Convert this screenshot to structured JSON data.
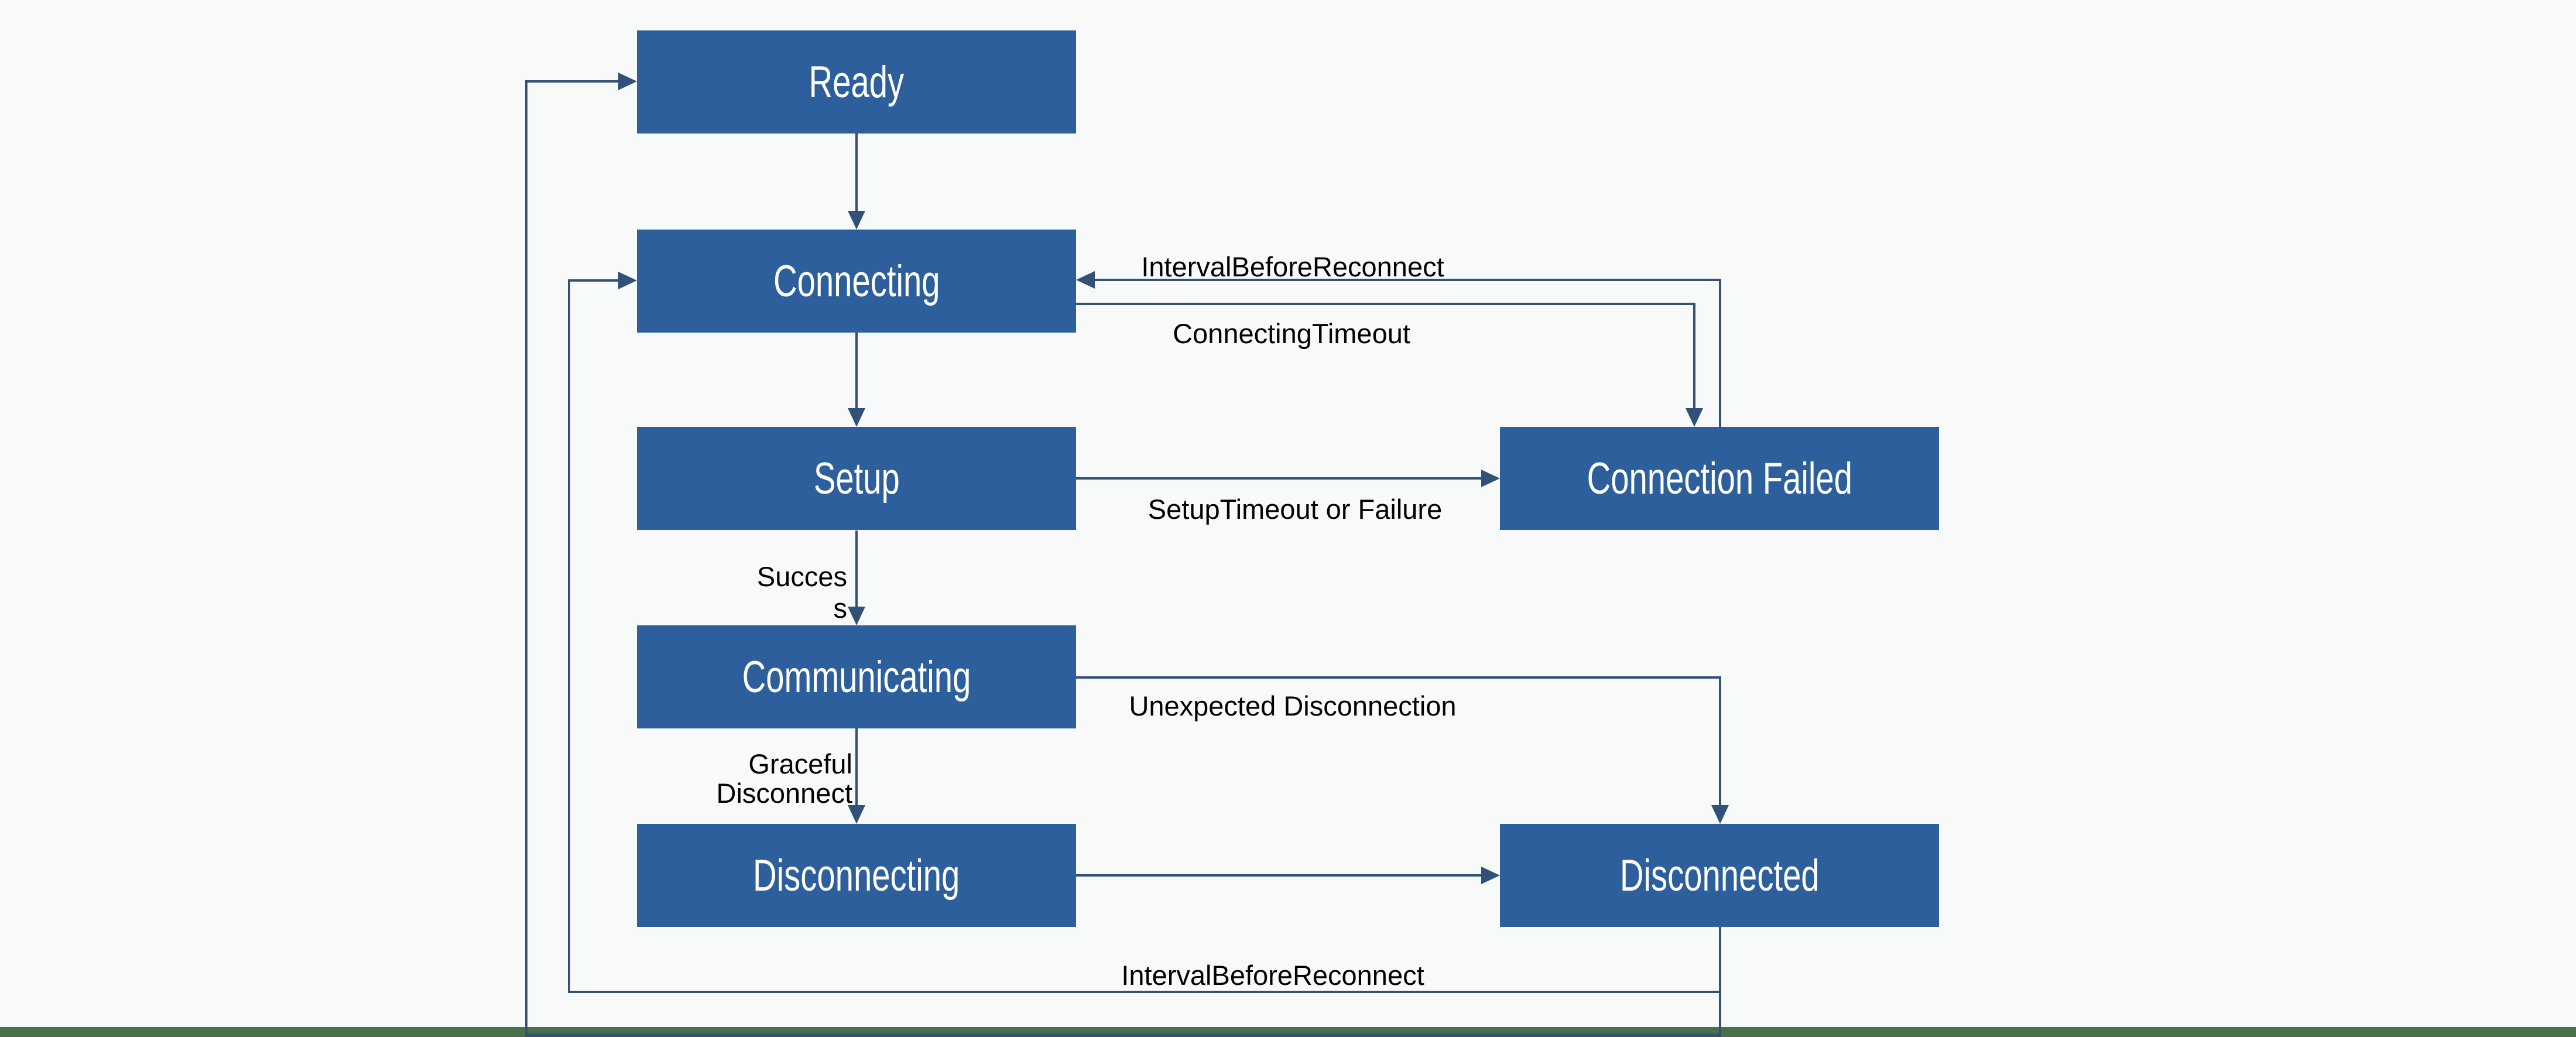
{
  "diagram": {
    "type": "state-machine-flowchart",
    "background_color": "#f8f9f9",
    "node_fill_color": "#2d5f9c",
    "node_text_color": "#ffffff",
    "connector_color": "#315179",
    "label_color": "#000000",
    "bottom_bar_color": "#48704c",
    "nodes": {
      "ready": {
        "label": "Ready"
      },
      "connecting": {
        "label": "Connecting"
      },
      "setup": {
        "label": "Setup"
      },
      "connection_failed": {
        "label": "Connection Failed"
      },
      "communicating": {
        "label": "Communicating"
      },
      "disconnecting": {
        "label": "Disconnecting"
      },
      "disconnected": {
        "label": "Disconnected"
      }
    },
    "edge_labels": {
      "interval_before_reconnect_top": "IntervalBeforeReconnect",
      "connecting_timeout": "ConnectingTimeout",
      "setup_timeout_or_failure": "SetupTimeout or Failure",
      "success_line1": "Succes",
      "success_line2": "s",
      "unexpected_disconnection": "Unexpected Disconnection",
      "graceful_line1": "Graceful",
      "graceful_line2": "Disconnect",
      "interval_before_reconnect_bottom": "IntervalBeforeReconnect"
    },
    "edges": [
      {
        "from": "Ready",
        "to": "Connecting",
        "label": ""
      },
      {
        "from": "Connecting",
        "to": "Setup",
        "label": ""
      },
      {
        "from": "Setup",
        "to": "Communicating",
        "label": "Success"
      },
      {
        "from": "Setup",
        "to": "Connection Failed",
        "label": "SetupTimeout or Failure"
      },
      {
        "from": "Connecting",
        "to": "Connection Failed",
        "label": "ConnectingTimeout"
      },
      {
        "from": "Connection Failed",
        "to": "Connecting",
        "label": "IntervalBeforeReconnect"
      },
      {
        "from": "Communicating",
        "to": "Disconnecting",
        "label": "Graceful Disconnect"
      },
      {
        "from": "Communicating",
        "to": "Disconnected",
        "label": "Unexpected Disconnection"
      },
      {
        "from": "Disconnecting",
        "to": "Disconnected",
        "label": ""
      },
      {
        "from": "Disconnected",
        "to": "Connecting",
        "label": "IntervalBeforeReconnect"
      },
      {
        "from": "Disconnected",
        "to": "Ready",
        "label": ""
      }
    ]
  }
}
